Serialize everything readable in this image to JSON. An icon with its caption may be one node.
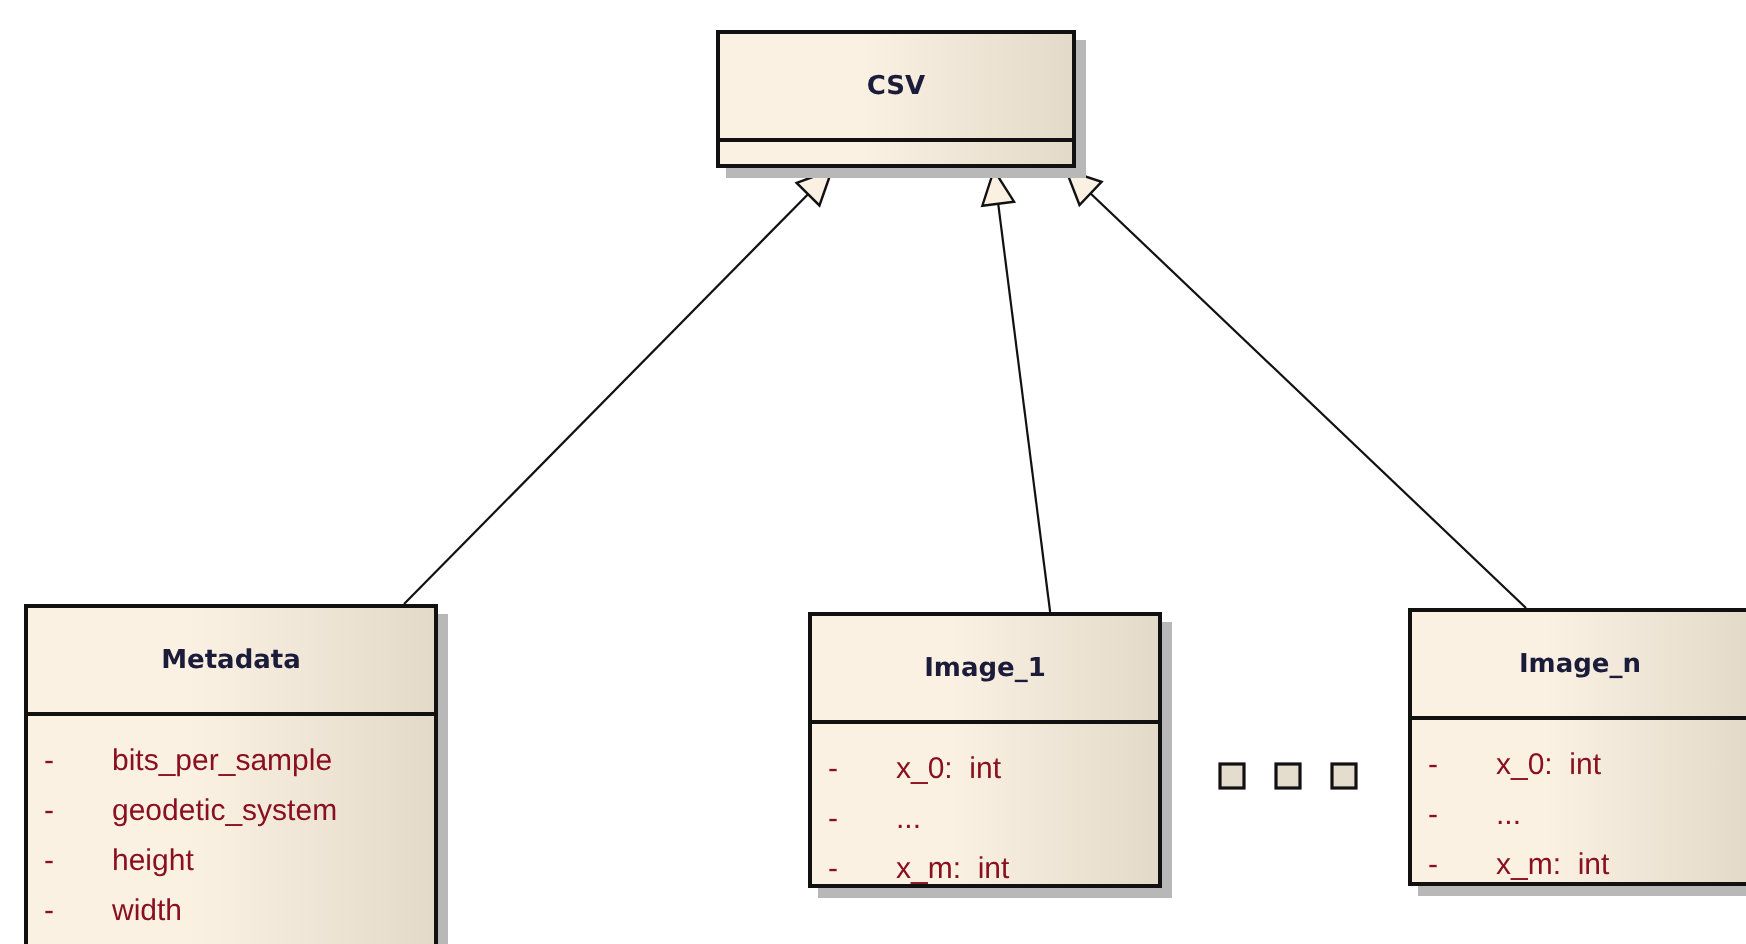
{
  "diagram": {
    "nodes": [
      {
        "text": [
          "CSV"
        ]
      },
      {
        "text": [
          "Metadata",
          "-",
          "bits_per_sample",
          "-",
          "geodetic_system",
          "-",
          "height",
          "-",
          "width"
        ]
      },
      {
        "text": [
          "Image_1",
          "-",
          "x_0:  int",
          "-",
          "...",
          "-",
          "x_m:  int"
        ]
      },
      {
        "text": [
          "Image_n",
          "-",
          "x_0:  int",
          "-",
          "...",
          "-",
          "x_m:  int"
        ]
      }
    ],
    "edges": [
      {
        "from": 1,
        "to": 0,
        "arrow": "to"
      },
      {
        "from": 2,
        "to": 0,
        "arrow": "to"
      },
      {
        "from": 3,
        "to": 0,
        "arrow": "to"
      }
    ]
  }
}
